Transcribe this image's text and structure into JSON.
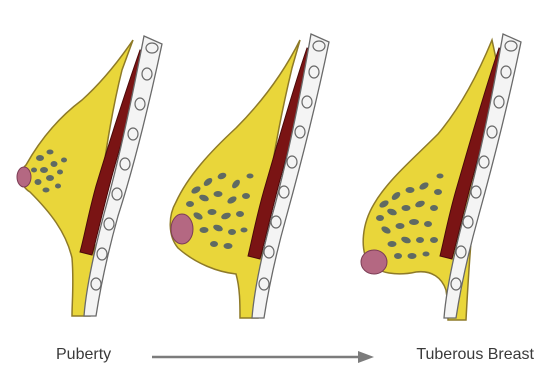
{
  "labels": {
    "start": "Puberty",
    "end": "Tuberous Breast"
  },
  "colors": {
    "fat": "#e9d63a",
    "outline": "#8e7a28",
    "muscle": "#7a1414",
    "muscle_edge": "#4a0a0a",
    "rib_fill": "#f4f4f4",
    "rib_line": "#6a6a6a",
    "gland": "#5f6a63",
    "areola": "#b46882",
    "arrow": "#7c7c7c"
  },
  "panels": [
    {
      "stage": "puberty",
      "gland_lobules": 11
    },
    {
      "stage": "developing",
      "gland_lobules": 20
    },
    {
      "stage": "tuberous",
      "gland_lobules": 22
    }
  ]
}
